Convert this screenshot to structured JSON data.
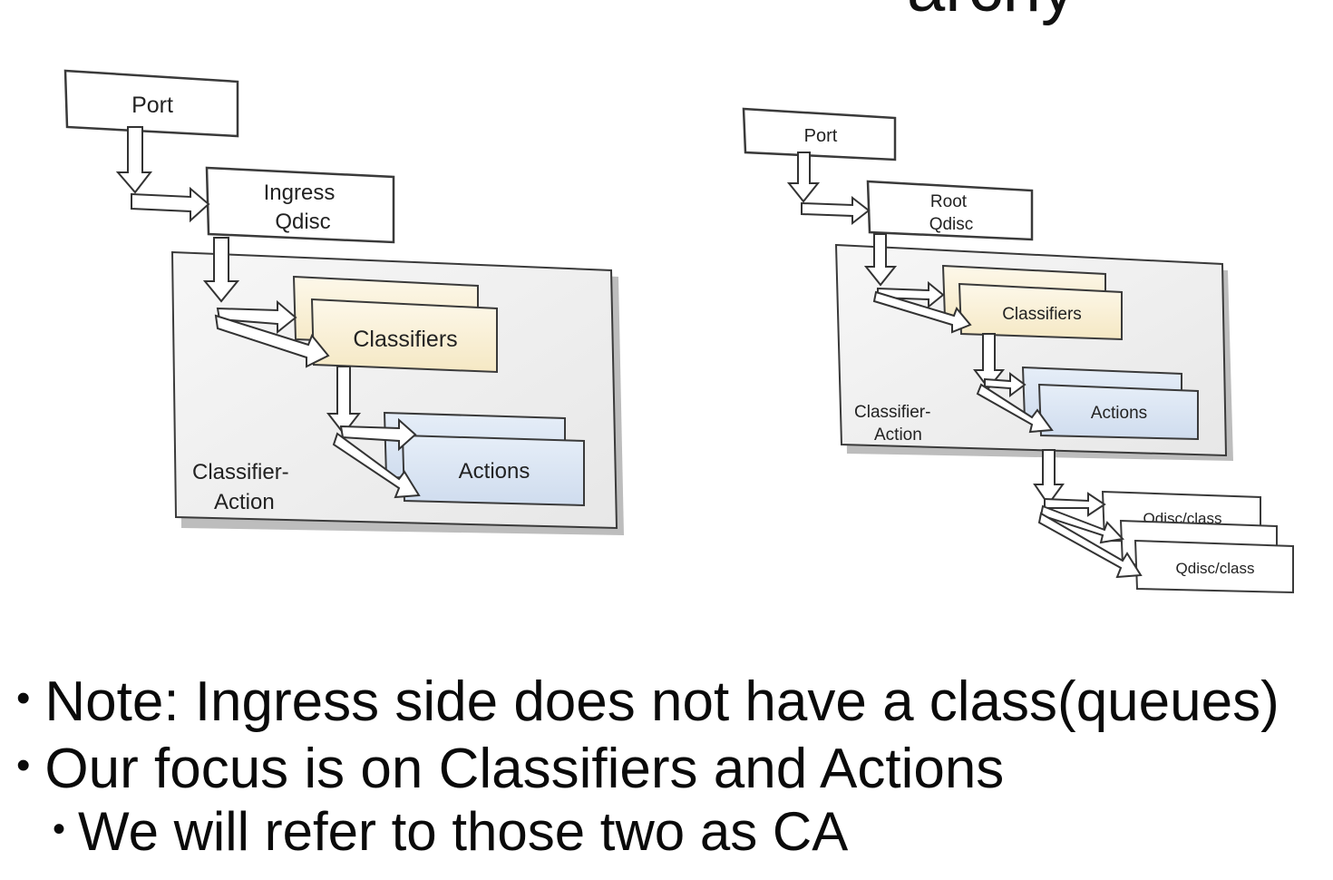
{
  "slide": {
    "title_fragment": "archy"
  },
  "left_diagram": {
    "port_label": "Port",
    "qdisc_label_line1": "Ingress",
    "qdisc_label_line2": "Qdisc",
    "classifiers_label": "Classifiers",
    "actions_label": "Actions",
    "container_label_line1": "Classifier-",
    "container_label_line2": "Action"
  },
  "right_diagram": {
    "port_label": "Port",
    "qdisc_label_line1": "Root",
    "qdisc_label_line2": "Qdisc",
    "classifiers_label": "Classifiers",
    "actions_label": "Actions",
    "container_label_line1": "Classifier-",
    "container_label_line2": "Action",
    "qdisc_class_back_label": "Qdisc/class",
    "qdisc_class_front_label": "Qdisc/class"
  },
  "bullets": [
    {
      "text": "Note: Ingress side does not have a class(queues)",
      "level": 1
    },
    {
      "text": "Our focus is on Classifiers and Actions",
      "level": 1
    },
    {
      "text": "We will refer to those two as CA",
      "level": 2
    }
  ],
  "colors": {
    "box_fill": "#ffffff",
    "container_fill": "#efefef",
    "classifiers_fill": "#fbf3dc",
    "actions_fill": "#d7e4f2",
    "stroke": "#3a3a3a",
    "shadow": "#bdbdbd"
  }
}
